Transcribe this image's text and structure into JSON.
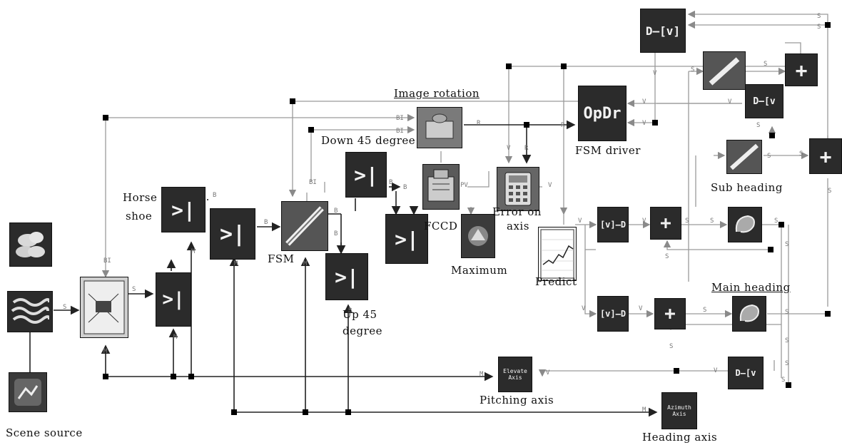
{
  "labels": {
    "scene_source": "Scene source",
    "horse_shoe_1": "Horse",
    "horse_shoe_2": "shoe",
    "fsm": "FSM",
    "image_rotation": "Image rotation",
    "down_45": "Down 45 degree",
    "up_45_1": "Up 45",
    "up_45_2": "degree",
    "fccd": "FCCD",
    "maximum": "Maximum",
    "error_on_axis_1": "Error on",
    "error_on_axis_2": "axis",
    "predict": "Predict",
    "fsm_driver": "FSM driver",
    "sub_heading": "Sub heading",
    "main_heading": "Main heading",
    "pitching_axis": "Pitching axis",
    "heading_axis": "Heading axis"
  },
  "block_text": {
    "opdr": "OpDr",
    "d_to_v": "D—[v]",
    "d_to_v_short": "D—[v",
    "v_to_d": "[v]—D",
    "plus": "+",
    "elevate": "Elevate",
    "azimuth": "Azimuth",
    "axis": "Axis"
  },
  "port_letters": [
    "S",
    "B",
    "R",
    "V",
    "P",
    "M",
    "BI"
  ]
}
